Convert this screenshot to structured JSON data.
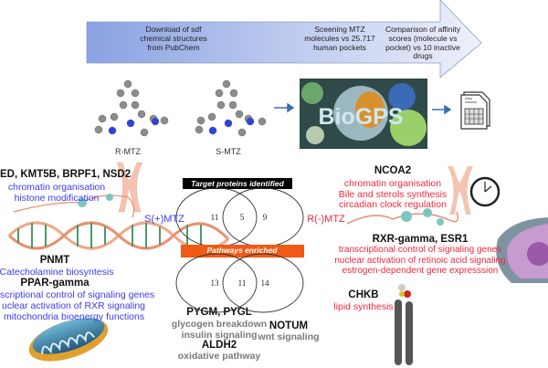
{
  "pipeline": {
    "steps": [
      "Download of sdf chemical structures from PubChem",
      "Sceening MTZ molecules vs 25.717 human pockets",
      "Comparison of affinity scores (molecule vs pocket) vs 10 inactive drugs"
    ],
    "molecules": [
      "R-MTZ",
      "S-MTZ"
    ],
    "tool_logo": "BioGPS"
  },
  "venn": {
    "targets_title": "Target proteins identified",
    "targets": {
      "left_only": "11",
      "shared": "5",
      "right_only": "9"
    },
    "pathways_title": "Pathways enriched",
    "pathways": {
      "left_only": "13",
      "shared": "11",
      "right_only": "14"
    },
    "left_label": "S(+)MTZ",
    "right_label": "R(-)MTZ"
  },
  "left": {
    "genes1": "ED, KMT5B, BRPF1, NSD2",
    "genes1_functions": [
      "chromatin organisation",
      "histone modification"
    ],
    "genes2": "PNMT",
    "genes2_functions": [
      "Catecholamine biosyntesis"
    ],
    "genes3": "PPAR-gamma",
    "genes3_functions": [
      "scriptional control of signaling genes",
      "uclear activation of RXR signaling",
      "mitochondria bioenergy functions"
    ]
  },
  "center": {
    "genes1": "PYGM, PYGL",
    "genes1_functions": [
      "glycogen breakdown",
      "insulin signaling"
    ],
    "genes2": "ALDH2",
    "genes2_functions": [
      "oxidative pathway"
    ],
    "genes3": "NOTUM",
    "genes3_functions": [
      "wnt signaling"
    ]
  },
  "right": {
    "genes1": "NCOA2",
    "genes1_functions": [
      "chromatin organisation",
      "Bile and sterols synthesis",
      "circadian clock regulation"
    ],
    "genes2": "RXR-gamma, ESR1",
    "genes2_functions": [
      "transcriptional control of signaling genes",
      "nuclear activation of retinoic acid signaling",
      "estrogen-dependent gene expresssion"
    ],
    "genes3": "CHKB",
    "genes3_functions": [
      "lipid synthesis"
    ]
  },
  "colors": {
    "s_enantiomer": "#3a3af0",
    "r_enantiomer": "#f0283c",
    "targets_bar": "#000000",
    "pathways_bar": "#f05a14",
    "arrow": "#8fa6e0"
  }
}
